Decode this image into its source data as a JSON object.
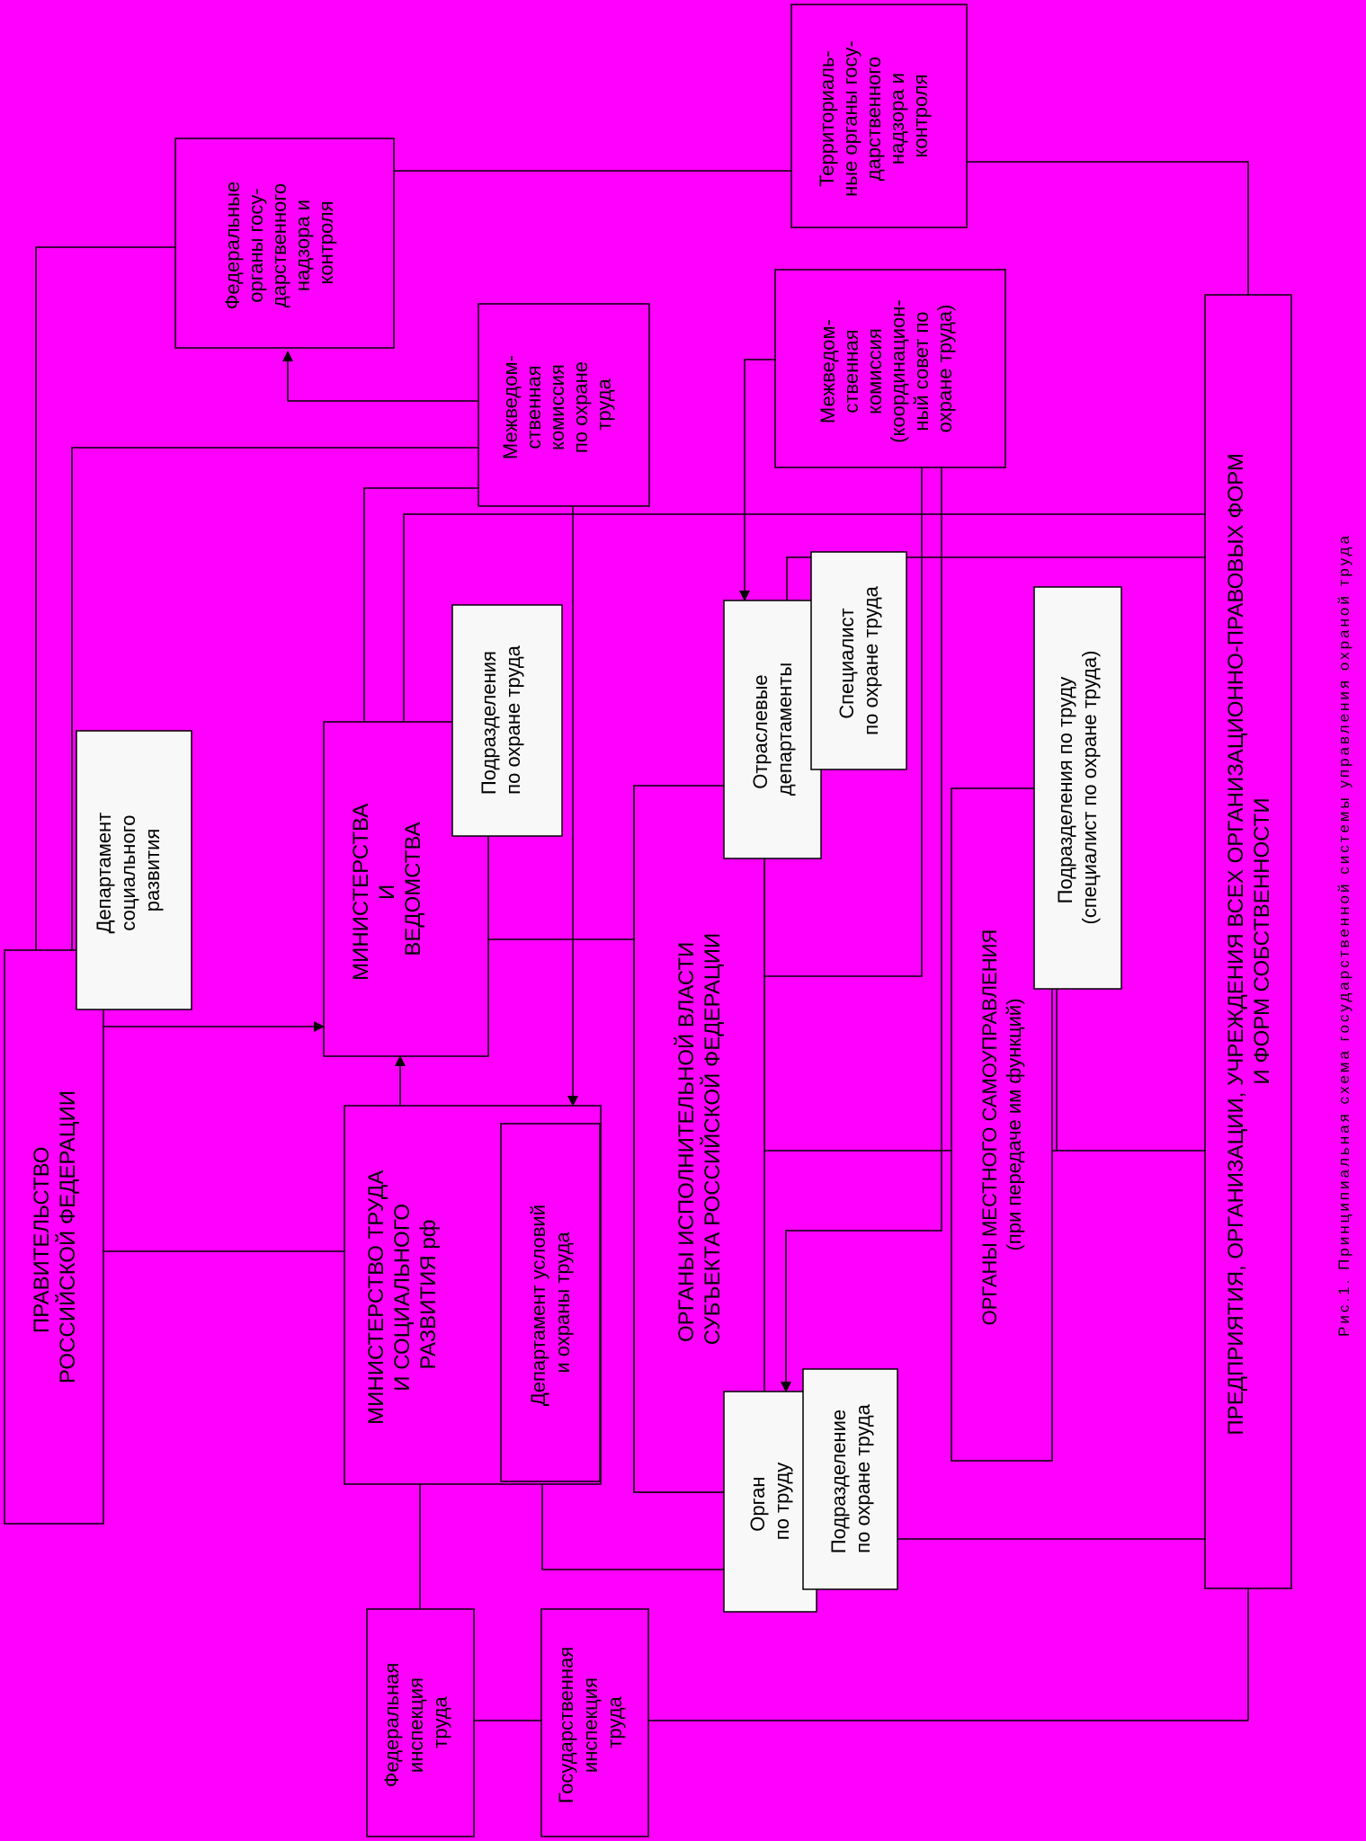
{
  "colors": {
    "background": "#ff00ff",
    "white_box": "#f8f8f8",
    "line": "#000000"
  },
  "caption": "Рис.1. Принципиальная схема государственной системы управления охраной труда",
  "boxes": {
    "government": {
      "lines": [
        "ПРАВИТЕЛЬСТВО",
        "РОССИЙСКОЙ ФЕДЕРАЦИИ"
      ]
    },
    "dept_social": {
      "lines": [
        "Департамент",
        "социального",
        "развития"
      ]
    },
    "ministries": {
      "lines": [
        "МИНИСТЕРСТВА",
        "И",
        "ВЕДОМСТВА"
      ]
    },
    "ministries_sub": {
      "lines": [
        "Подразделения",
        "по охране труда"
      ]
    },
    "mintrud": {
      "lines": [
        "МИНИСТЕРСТВО ТРУДА",
        "И СОЦИАЛЬНОГО",
        "РАЗВИТИЯ рф"
      ]
    },
    "dept_labor": {
      "lines": [
        "Департамент условий",
        "и охраны труда"
      ]
    },
    "federal_organs": {
      "lines": [
        "Федеральные",
        "органы госу-",
        "дарственного",
        "надзора и",
        "контроля"
      ]
    },
    "interdept_commission": {
      "lines": [
        "Межведом-",
        "ственная",
        "комиссия",
        "по охране",
        "труда"
      ]
    },
    "exec_subject": {
      "lines": [
        "ОРГАНЫ ИСПОЛНИТЕЛЬНОЙ ВЛАСТИ",
        "СУБЪЕКТА РОССИЙСКОЙ ФЕДЕРАЦИИ"
      ]
    },
    "branch_depts": {
      "lines": [
        "Отраслевые",
        "департаменты"
      ]
    },
    "specialist": {
      "lines": [
        "Специалист",
        "по охране труда"
      ]
    },
    "interdept_council": {
      "lines": [
        "Межведом-",
        "ственная",
        "комиссия",
        "(координацион-",
        "ный совет  по",
        "охране труда)"
      ]
    },
    "territorial": {
      "lines": [
        "Территориаль-",
        "ные органы госу-",
        "дарственного",
        "надзора и",
        "контроля"
      ]
    },
    "labor_organ": {
      "lines": [
        "Орган",
        "по труду"
      ]
    },
    "labor_organ_sub": {
      "lines": [
        "Подразделение",
        "по охране труда"
      ]
    },
    "local_gov": {
      "lines": [
        "ОРГАНЫ МЕСТНОГО САМОУПРАВЛЕНИЯ",
        "(при передаче им функций)"
      ]
    },
    "local_gov_sub": {
      "lines": [
        "Подразделения по труду",
        "(специалист по охране труда)"
      ]
    },
    "enterprises": {
      "lines": [
        "ПРЕДПРИЯТИЯ, ОРГАНИЗАЦИИ, УЧРЕЖДЕНИЯ ВСЕХ  ОРГАНИЗАЦИОННО-ПРАВОВЫХ ФОРМ",
        "И ФОРМ СОБСТВЕННОСТИ"
      ]
    },
    "federal_inspection": {
      "lines": [
        "Федеральная",
        "инспекция",
        "труда"
      ]
    },
    "state_inspection": {
      "lines": [
        "Государственная",
        "инспекция",
        "труда"
      ]
    }
  }
}
